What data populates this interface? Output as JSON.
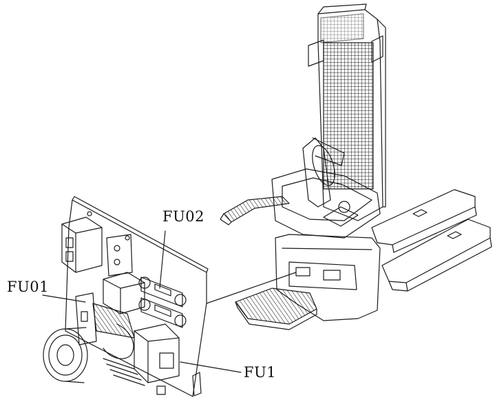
{
  "labels": {
    "fu02": "FU02",
    "fu01": "FU01",
    "fu1": "FU1"
  },
  "colors": {
    "line": "#1a1a1a",
    "background": "#ffffff"
  }
}
